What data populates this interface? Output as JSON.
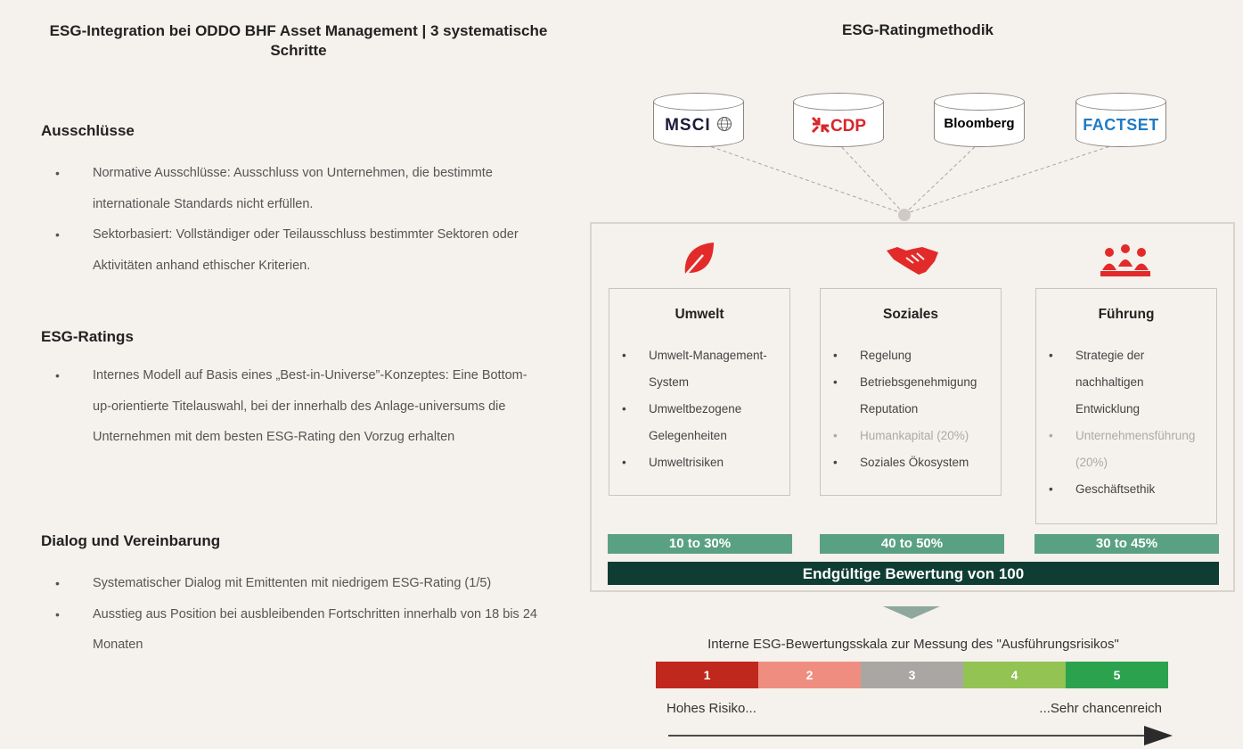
{
  "left": {
    "title": "ESG-Integration bei ODDO BHF Asset Management | 3 systematische Schritte",
    "sections": [
      {
        "title": "Ausschlüsse",
        "items": [
          "Normative Ausschlüsse: Ausschluss von Unternehmen, die bestimmte internationale Standards nicht erfüllen.",
          "Sektorbasiert:  Vollständiger oder Teilausschluss bestimmter Sektoren oder Aktivitäten anhand ethischer Kriterien."
        ]
      },
      {
        "title": "ESG-Ratings",
        "items": [
          "Internes Modell auf Basis eines „Best-in-Universe”-Konzeptes: Eine Bottom-up-orientierte Titelauswahl, bei der innerhalb des Anlage-universums die Unternehmen mit dem besten ESG-Rating den Vorzug erhalten"
        ]
      },
      {
        "title": "Dialog und Vereinbarung",
        "items": [
          "Systematischer Dialog mit Emittenten mit niedrigem ESG-Rating (1/5)",
          "Ausstieg aus Position bei ausbleibenden Fortschritten innerhalb von 18 bis 24 Monaten"
        ]
      }
    ]
  },
  "right": {
    "title": "ESG-Ratingmethodik",
    "sources": [
      {
        "name": "MSCI",
        "icon": "globe-icon"
      },
      {
        "name": "CDP",
        "icon": "cdp-arrows-icon"
      },
      {
        "name": "Bloomberg",
        "icon": ""
      },
      {
        "name": "FACTSET",
        "icon": ""
      }
    ],
    "pillars": [
      {
        "title": "Umwelt",
        "icon": "leaf-icon",
        "weight": "10 to 30%",
        "items": [
          {
            "text": "Umwelt-Management-System",
            "muted": false
          },
          {
            "text": "Umweltbezogene Gelegenheiten",
            "muted": false
          },
          {
            "text": "Umweltrisiken",
            "muted": false
          }
        ]
      },
      {
        "title": "Soziales",
        "icon": "handshake-icon",
        "weight": "40 to 50%",
        "items": [
          {
            "text": "Regelung",
            "muted": false
          },
          {
            "text": "Betriebsgenehmigung Reputation",
            "muted": false
          },
          {
            "text": "Humankapital (20%)",
            "muted": true
          },
          {
            "text": "Soziales Ökosystem",
            "muted": false
          }
        ]
      },
      {
        "title": "Führung",
        "icon": "people-icon",
        "weight": "30 to 45%",
        "items": [
          {
            "text": "Strategie der nachhaltigen Entwicklung",
            "muted": false
          },
          {
            "text": "Unternehmensführung (20%)",
            "muted": true
          },
          {
            "text": "Geschäftsethik",
            "muted": false
          }
        ]
      }
    ],
    "final": "Endgültige Bewertung von 100",
    "scale": {
      "title": "Interne ESG-Bewertungsskala zur Messung des \"Ausführungsrisikos\"",
      "levels": [
        {
          "label": "1",
          "color": "#c0281d"
        },
        {
          "label": "2",
          "color": "#ef8e80"
        },
        {
          "label": "3",
          "color": "#a9a6a3"
        },
        {
          "label": "4",
          "color": "#92c353"
        },
        {
          "label": "5",
          "color": "#2aa24e"
        }
      ],
      "low": "Hohes Risiko...",
      "high": "...Sehr chancenreich"
    }
  },
  "colors": {
    "accent_red": "#e32a2a",
    "pillar_green": "#5aa184",
    "dark_green": "#0f3d33"
  }
}
